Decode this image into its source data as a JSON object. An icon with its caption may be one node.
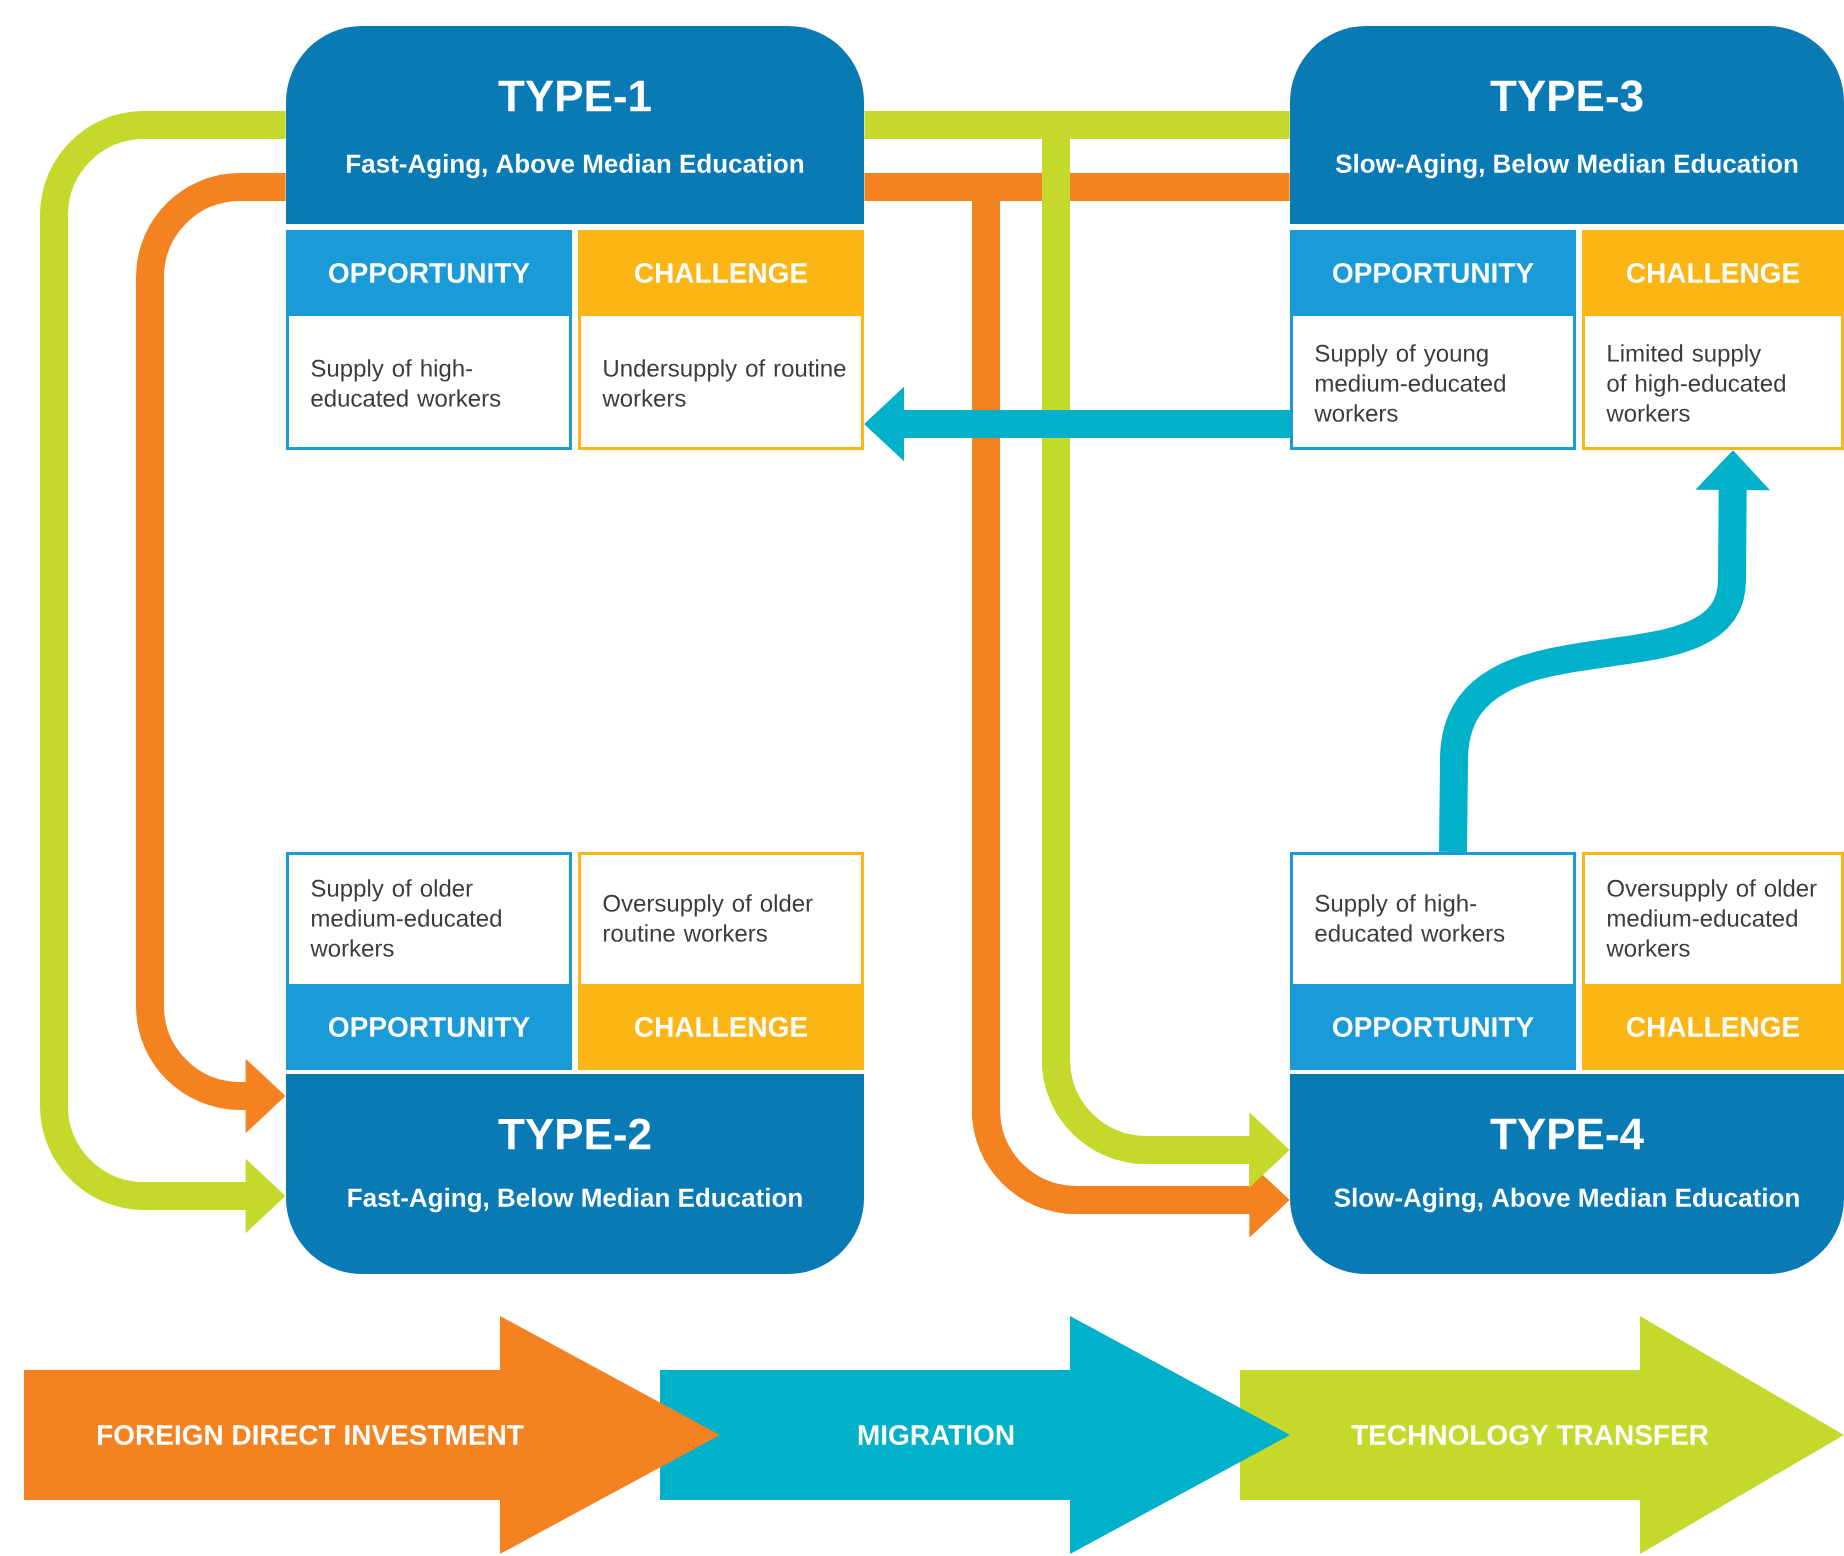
{
  "diagram": {
    "nodes": [
      {
        "text": [
          "TYPE-1",
          "Fast-Aging, Above Median Education"
        ]
      },
      {
        "text": [
          "OPPORTUNITY",
          "Supply of high-educated workers"
        ]
      },
      {
        "text": [
          "CHALLENGE",
          "Undersupply of routine workers"
        ]
      },
      {
        "text": [
          "TYPE-3",
          "Slow-Aging, Below Median Education"
        ]
      },
      {
        "text": [
          "OPPORTUNITY",
          "Supply of young medium-educated workers"
        ]
      },
      {
        "text": [
          "CHALLENGE",
          "Limited supply of high-educated workers"
        ]
      },
      {
        "text": [
          "Supply of older medium-educated workers",
          "OPPORTUNITY"
        ]
      },
      {
        "text": [
          "Oversupply of older routine workers",
          "CHALLENGE"
        ]
      },
      {
        "text": [
          "TYPE-2",
          "Fast-Aging, Below Median Education"
        ]
      },
      {
        "text": [
          "Supply of high-educated workers",
          "OPPORTUNITY"
        ]
      },
      {
        "text": [
          "Oversupply of older medium-educated workers",
          "CHALLENGE"
        ]
      },
      {
        "text": [
          "TYPE-4",
          "Slow-Aging, Above Median Education"
        ]
      },
      {
        "text": [
          "FOREIGN DIRECT INVESTMENT"
        ]
      },
      {
        "text": [
          "MIGRATION"
        ]
      },
      {
        "text": [
          "TECHNOLOGY TRANSFER"
        ]
      }
    ],
    "edges": [
      {
        "from": 0,
        "to": 8,
        "arrow": "to",
        "color": "#c5d92d"
      },
      {
        "from": 0,
        "to": 8,
        "arrow": "to",
        "color": "#f58220"
      },
      {
        "from": 0,
        "to": 11,
        "arrow": "to",
        "color": "#c5d92d"
      },
      {
        "from": 3,
        "to": 11,
        "arrow": "to",
        "color": "#c5d92d"
      },
      {
        "from": 0,
        "to": 11,
        "arrow": "to",
        "color": "#f58220"
      },
      {
        "from": 3,
        "to": 11,
        "arrow": "to",
        "color": "#f58220"
      },
      {
        "from": 4,
        "to": 2,
        "arrow": "to",
        "color": "#00b1c9"
      },
      {
        "from": 9,
        "to": 5,
        "arrow": "to",
        "color": "#00b1c9"
      }
    ]
  }
}
